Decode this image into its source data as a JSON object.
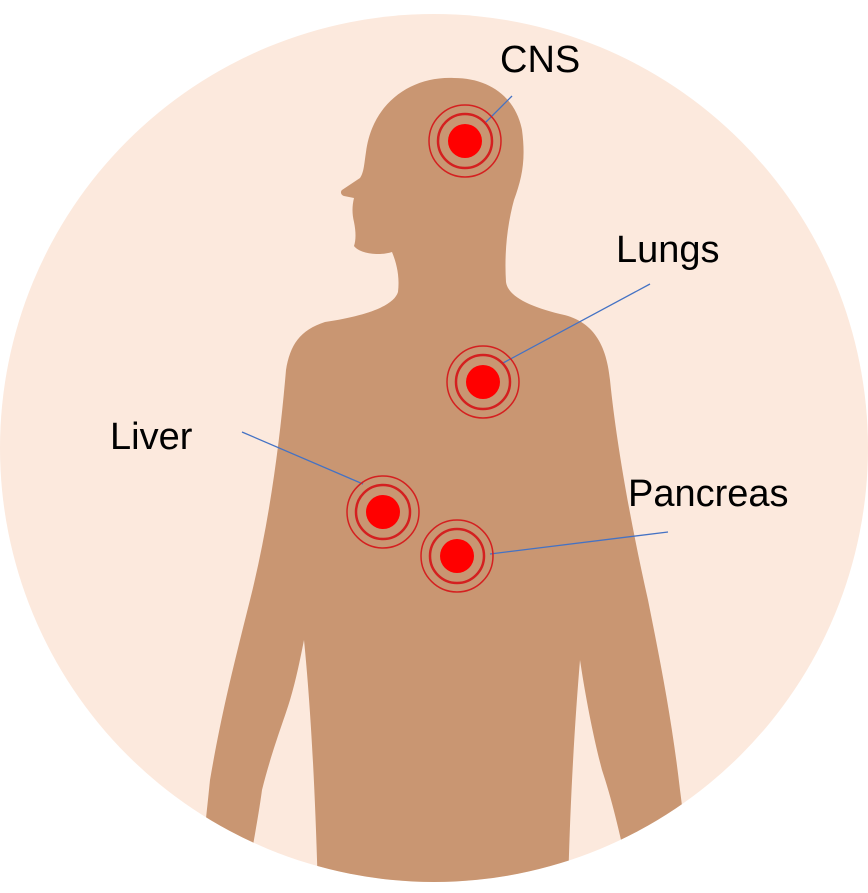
{
  "colors": {
    "background_circle": "#FCE9DD",
    "body": "#C99672",
    "marker": "#FF0000",
    "marker_ring": "#D42020",
    "leader_line": "#4472C4",
    "label_text": "#000000"
  },
  "markers": [
    {
      "id": "cns",
      "label": "CNS",
      "icon": "target-marker-icon"
    },
    {
      "id": "lungs",
      "label": "Lungs",
      "icon": "target-marker-icon"
    },
    {
      "id": "liver",
      "label": "Liver",
      "icon": "target-marker-icon"
    },
    {
      "id": "pancreas",
      "label": "Pancreas",
      "icon": "target-marker-icon"
    }
  ]
}
